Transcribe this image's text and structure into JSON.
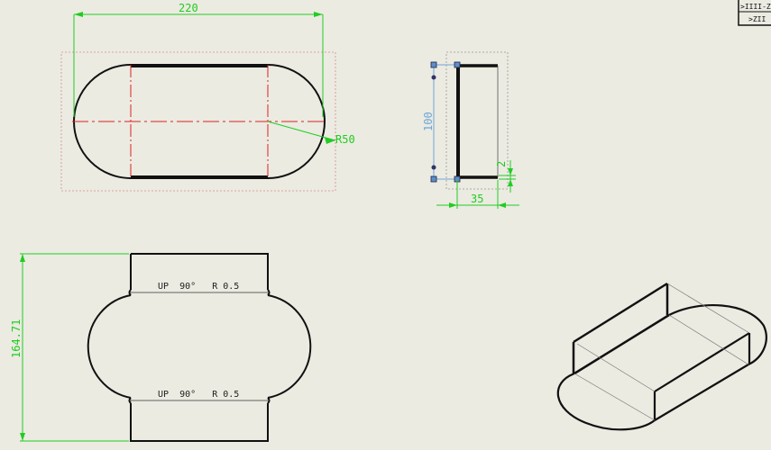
{
  "drawing": {
    "top_view": {
      "width_dim": "220",
      "radius_dim": "R50"
    },
    "side_view": {
      "height_dim": "100",
      "depth_dim": "35",
      "thickness_dim": "2"
    },
    "flat_pattern": {
      "length_dim": "164.71",
      "bend_note_top": "UP  90°   R 0.5",
      "bend_note_bottom": "UP  90°   R 0.5"
    },
    "title_block": {
      "row1": ">IIII-ZI",
      "row2": ">ZII"
    }
  },
  "colors": {
    "background": "#ebebe2",
    "geometry": "#111111",
    "dimension": "#22cc22",
    "centerline": "#dd2222",
    "selected_dimension": "#6fa6d6"
  }
}
